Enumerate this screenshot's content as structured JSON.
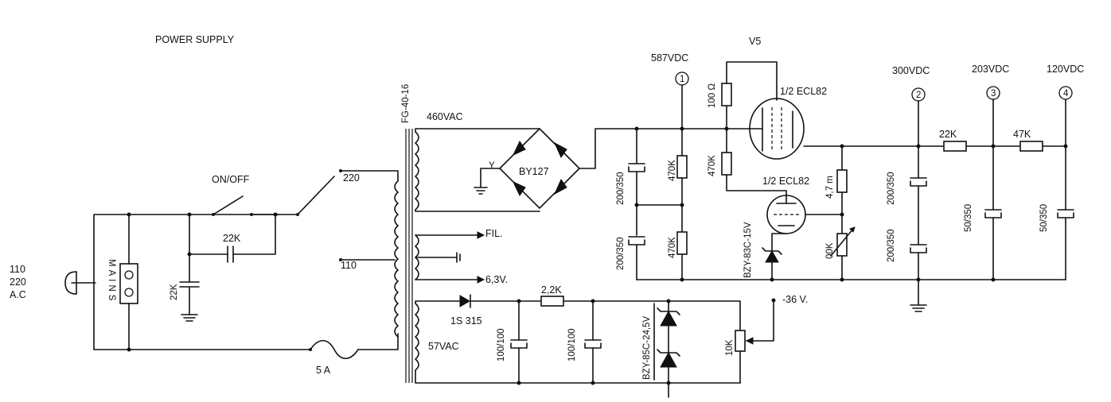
{
  "title": "POWER SUPPLY",
  "input": {
    "v1": "110",
    "v2": "220",
    "v3": "A.C",
    "mains": "MAINS"
  },
  "switch_label": "ON/OFF",
  "selector": {
    "pos_220": "220",
    "pos_110": "110"
  },
  "input_cap": "22K",
  "input_cap2": "22K",
  "fuse": "5 A",
  "transformer": "FG-40-16",
  "secondaries": {
    "hv": "460VAC",
    "fil": "FIL.",
    "v63": "6,3V.",
    "v57": "57VAC"
  },
  "bridge": "BY127",
  "bridge_tap": "Y",
  "hv_caps": [
    "200/350",
    "200/350"
  ],
  "bleeders": [
    "470K",
    "470K"
  ],
  "tube": {
    "name": "V5",
    "top": "1/2 ECL82",
    "bottom": "1/2 ECL82"
  },
  "tube_res": [
    "100 Ω",
    "470K",
    "4,7 m",
    "00K"
  ],
  "zener_hv": "BZY-83C-15V",
  "outputs": [
    {
      "node": "1",
      "voltage": "587VDC"
    },
    {
      "node": "2",
      "voltage": "300VDC"
    },
    {
      "node": "3",
      "voltage": "203VDC"
    },
    {
      "node": "4",
      "voltage": "120VDC"
    }
  ],
  "filter": {
    "r1": "22K",
    "r2": "47K",
    "c1": "200/350",
    "c2": "200/350",
    "c3": "50/350",
    "c4": "50/350"
  },
  "neg_supply": {
    "diode": "1S 315",
    "r": "2,2K",
    "c1": "100/100",
    "c2": "100/100",
    "zener": "BZY-85C-24,5V",
    "pot": "10K",
    "out": "-36 V."
  }
}
